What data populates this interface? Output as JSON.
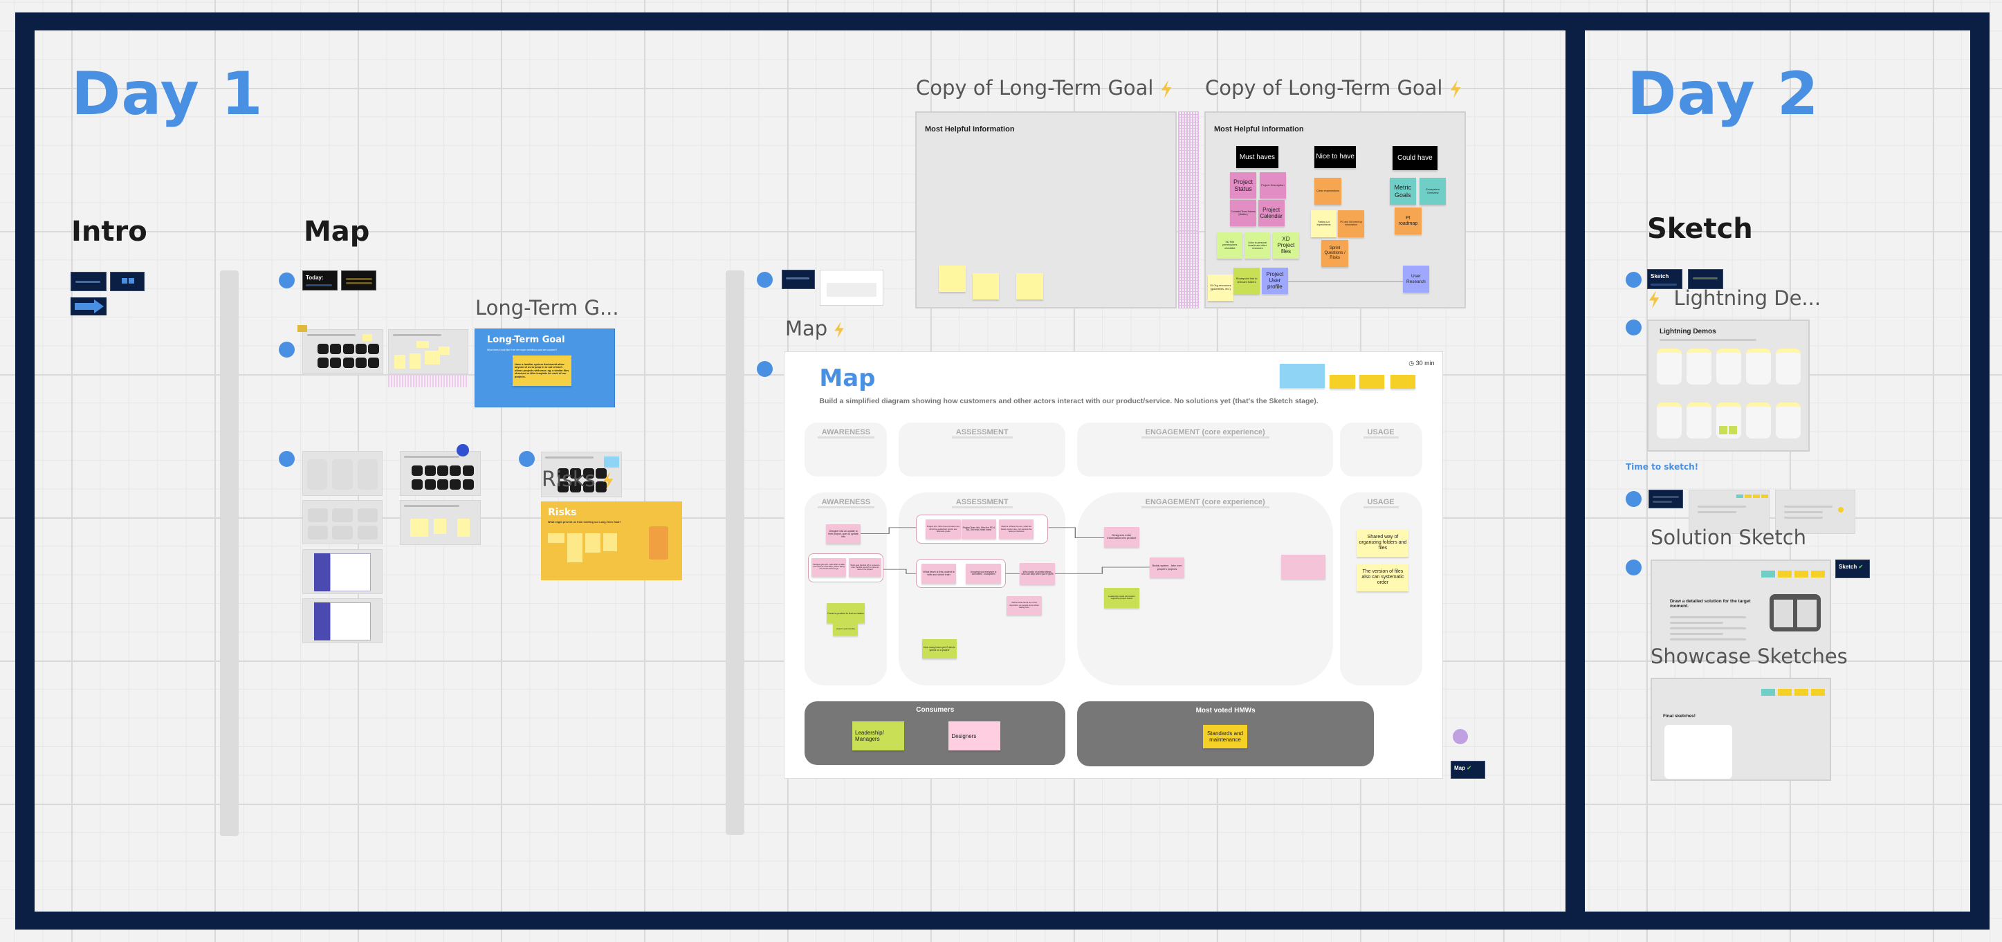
{
  "day1": {
    "title": "Day 1",
    "intro": "Intro",
    "map": "Map"
  },
  "day2": {
    "title": "Day 2",
    "sketch": "Sketch"
  },
  "thumbs": {
    "today": "Today:",
    "sketch": "Sketch",
    "sketch_done": "Sketch",
    "map": "Map"
  },
  "long_term_goal": {
    "label": "Long-Term G...",
    "title": "Long-Term Goal",
    "subtitle": "What does it look like if we are super ambitious and we succeed?",
    "sticky": "Have a familiar system that would allow anyone of us to jump in or out of each others projects with ease. eg. a similar files structure or Miro template for each of our projects."
  },
  "risks": {
    "overlay_label": "Risks",
    "title": "Risks",
    "subtitle": "What might prevent us from meeting our Long-Term Goal?"
  },
  "map_label": "Map",
  "copies": [
    {
      "label": "Copy of Long-Term Goal",
      "heading": "Most Helpful Information"
    },
    {
      "label": "Copy of Long-Term Goal",
      "heading": "Most Helpful Information",
      "columns": [
        "Must haves",
        "Nice to have",
        "Could have"
      ],
      "stickies": [
        "Project Status",
        "Project Description",
        "Contacts/Team Names (Builder)",
        "Project Calendar",
        "XD File permissions checklist",
        "Links to personal boards and other resources",
        "XD Project files",
        "UI Org resources (guidelines, etc.)",
        "Sharepoint link to relevant folders",
        "Project User profile",
        "Clear expectations",
        "Fading Lot Impediments",
        "PO and SM need up information",
        "Sprint Questions / Risks",
        "Metric Goals",
        "Ecosystem Overview",
        "PI roadmap",
        "User Research"
      ]
    }
  ],
  "map_frame": {
    "title": "Map",
    "subtitle": "Build a simplified diagram showing how customers and other actors interact with our product/service. No solutions yet (that's the Sketch stage).",
    "timer": "30 min",
    "lanes": [
      "AWARENESS",
      "ASSESSMENT",
      "ENGAGEMENT (core experience)",
      "USAGE"
    ],
    "stickies": [
      "Designer has an update to their project, goes to update info",
      "Project info: Who the end users are, what the goals/pain points are, business goals",
      "Project Team info: Who the PO & BA, Dev lead, team name",
      "Metrics: Where the are, what the latest version are, can access the beta permissions",
      "Designers enter information into product",
      "Designer gets sick - asks others to take over work for a few days, person taking over knows where to go",
      "Work gets handed off to someone else, familiar enough to have an idea of the project",
      "What team is this project is with and which train",
      "Knowing how everyone is connected - ecosystem",
      "Who works on similar things, who can help when you're gone",
      "Buddy system - take over people's projects",
      "Leadership reads information regarding project status",
      "Define what items are most important, so people know when taking over",
      "Come to product to find out status",
      "project in good standing",
      "How many hours per 2 wks to spend on a project",
      "Shared way of organizing folders and files",
      "The version of files also can systematic order"
    ],
    "consumers": {
      "title": "Consumers",
      "items": [
        "Leadership/ Managers",
        "Designers"
      ]
    },
    "hmw": {
      "title": "Most voted HMWs",
      "items": [
        "Standards and maintenance"
      ]
    }
  },
  "sketch_col": {
    "lightning_label": "Lightning De...",
    "lightning_title": "Lightning Demos",
    "time_to_sketch": "Time to sketch!",
    "solution_label": "Solution Sketch",
    "solution_text": "Draw a detailed solution for the target moment.",
    "showcase_label": "Showcase Sketches",
    "final_text": "Final sketches!"
  },
  "colors": {
    "navy": "#0b1f44",
    "accent": "#4a90e2",
    "ltg_blue": "#4a97e6",
    "risks_yellow": "#f5c342"
  }
}
